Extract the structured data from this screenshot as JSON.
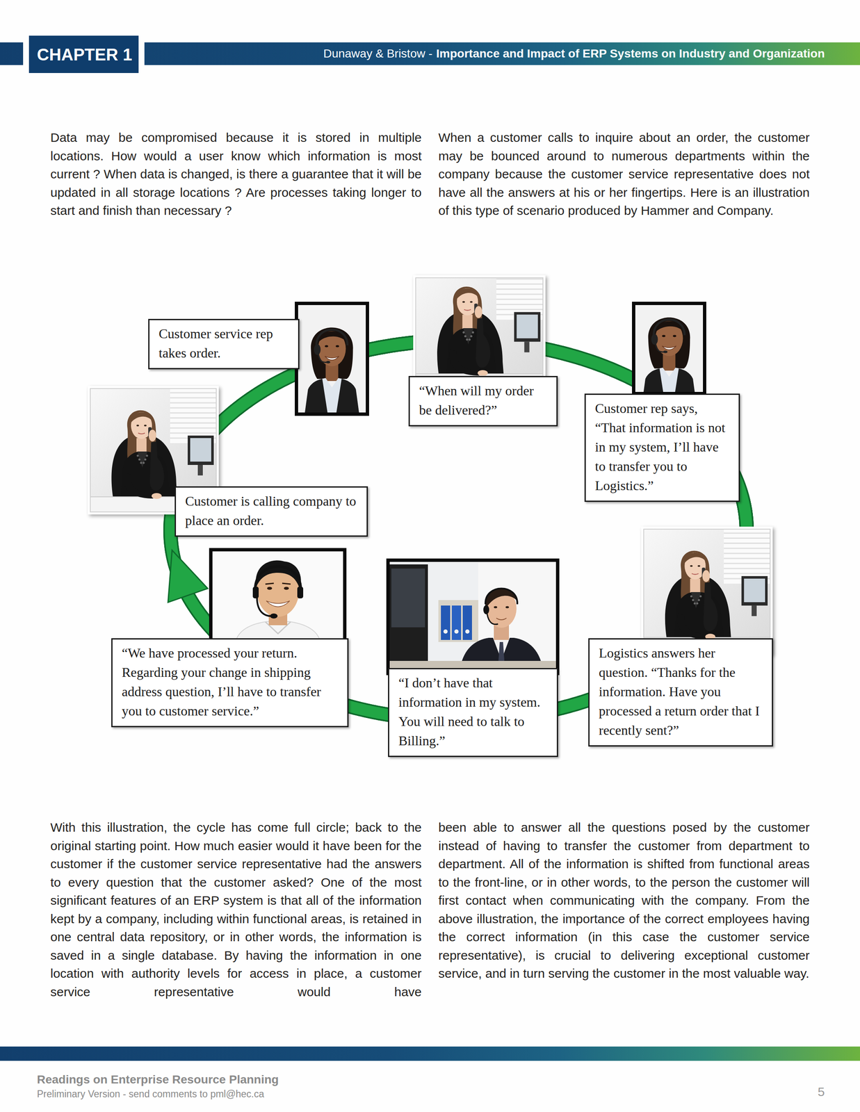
{
  "diagram": {
    "nodes": [
      {
        "text": [
          "Customer is calling company to place an order."
        ]
      },
      {
        "text": [
          "Customer service rep takes order."
        ]
      },
      {
        "text": [
          "“When will my order be delivered?”"
        ]
      },
      {
        "text": [
          "Customer rep says, “That information is not in my system, I’ll have to transfer you to Logistics.”"
        ]
      },
      {
        "text": [
          "Logistics answers her question. “Thanks for the information. Have you processed a return order that I recently sent?”"
        ]
      },
      {
        "text": [
          "“I don’t have that information in my system. You will need to talk to Billing.”"
        ]
      },
      {
        "text": [
          "“We have processed your return. Regarding your change in shipping address question, I’ll have to transfer you to customer service.”"
        ]
      }
    ],
    "edges": [
      {
        "from": 0,
        "to": 1,
        "arrow": "none"
      },
      {
        "from": 1,
        "to": 2,
        "arrow": "none"
      },
      {
        "from": 2,
        "to": 3,
        "arrow": "none"
      },
      {
        "from": 3,
        "to": 4,
        "arrow": "none"
      },
      {
        "from": 4,
        "to": 5,
        "arrow": "none"
      },
      {
        "from": 5,
        "to": 6,
        "arrow": "none"
      },
      {
        "from": 6,
        "to": 0,
        "arrow": "to"
      }
    ],
    "labels": [
      "CHAPTER 1",
      "Dunaway & Bristow -",
      "Importance and Impact of ERP Systems on Industry and Organization",
      "Data may be compromised because it is stored in multiple locations. How would a user know which information is most current ? When data is changed, is there a guarantee that it will be updated in all storage locations ? Are processes taking longer to start and finish than necessary ?",
      "When a customer calls to inquire about an order, the customer may be bounced around to numerous departments within the company because the customer service representative does not have all the answers at his or her fingertips. Here is an illustration of this type of scenario produced by Hammer and Company.",
      "With this illustration, the cycle has come full circle; back to the original starting point. How much easier would it have been for the customer if the customer service representative had the answers to every question that the customer asked? One of the most significant features of an ERP system is that all of the information kept by a company, including within functional areas, is retained in one central data repository, or in other words, the information is saved in a single database. By having the information in one location with authority levels for access in place, a customer service representative would have",
      "been able to answer all the questions posed by the customer instead of having to transfer the customer from department to department. All of the information is shifted from functional areas to the front-line, or in other words, to the person the customer will first contact when communicating with the company. From the above illustration, the importance of the correct employees having the correct information (in this case the customer service representative), is crucial to delivering exceptional customer service, and in turn serving the customer in the most valuable way.",
      "Readings on Enterprise Resource Planning",
      "Preliminary Version - send comments to pml@hec.ca",
      "5"
    ]
  }
}
